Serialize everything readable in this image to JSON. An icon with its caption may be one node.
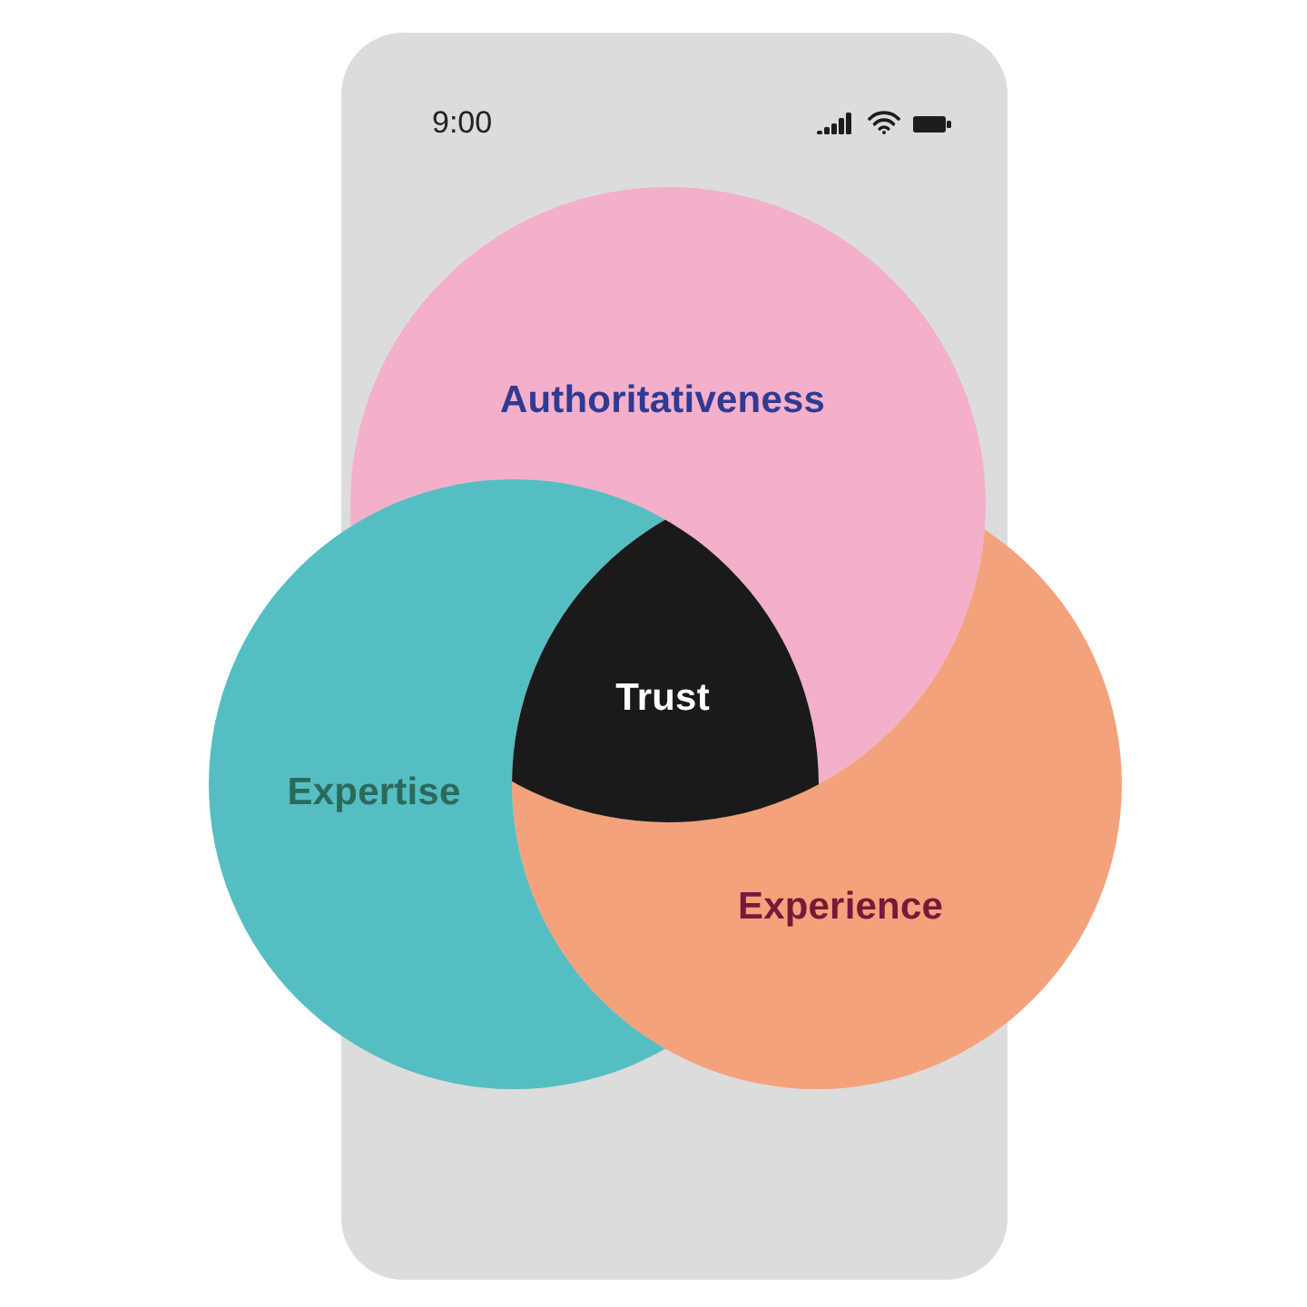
{
  "diagram": {
    "nodes": [
      {
        "text": [
          "Authoritativeness"
        ]
      },
      {
        "text": [
          "Trust"
        ]
      },
      {
        "text": [
          "Expertise"
        ]
      },
      {
        "text": [
          "Experience"
        ]
      }
    ],
    "labels": [
      "9:00"
    ]
  }
}
